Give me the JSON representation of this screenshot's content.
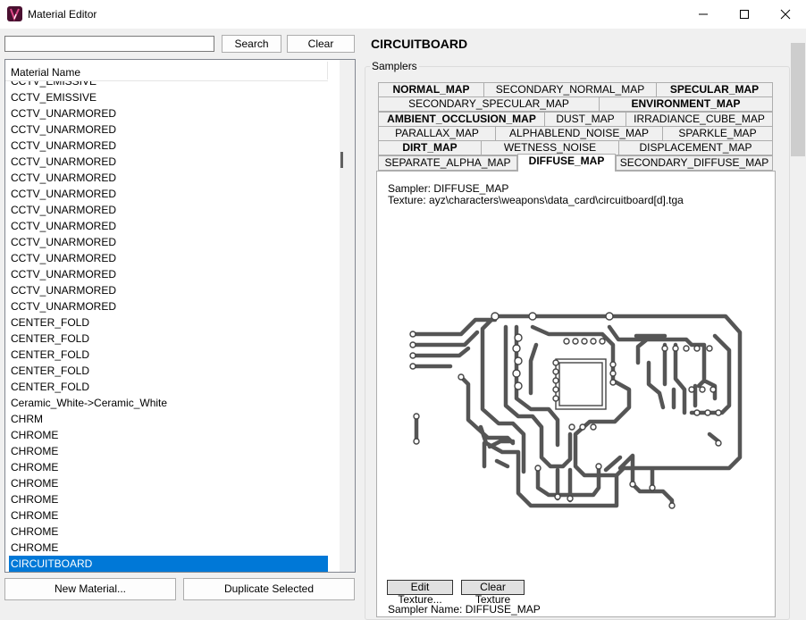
{
  "window": {
    "title": "Material Editor",
    "icon": "app-logo-icon",
    "controls": [
      "minimize-icon",
      "maximize-icon",
      "close-icon"
    ]
  },
  "left": {
    "search_value": "",
    "search_label": "Search",
    "clear_label": "Clear",
    "column_header": "Material Name",
    "rows": [
      "CCTV_EMISSIVE",
      "CCTV_EMISSIVE",
      "CCTV_UNARMORED",
      "CCTV_UNARMORED",
      "CCTV_UNARMORED",
      "CCTV_UNARMORED",
      "CCTV_UNARMORED",
      "CCTV_UNARMORED",
      "CCTV_UNARMORED",
      "CCTV_UNARMORED",
      "CCTV_UNARMORED",
      "CCTV_UNARMORED",
      "CCTV_UNARMORED",
      "CCTV_UNARMORED",
      "CCTV_UNARMORED",
      "CENTER_FOLD",
      "CENTER_FOLD",
      "CENTER_FOLD",
      "CENTER_FOLD",
      "CENTER_FOLD",
      "Ceramic_White->Ceramic_White",
      "CHRM",
      "CHROME",
      "CHROME",
      "CHROME",
      "CHROME",
      "CHROME",
      "CHROME",
      "CHROME",
      "CHROME",
      "CIRCUITBOARD"
    ],
    "selected_row": "CIRCUITBOARD",
    "new_material_label": "New Material...",
    "duplicate_label": "Duplicate Selected"
  },
  "right": {
    "material_title": "CIRCUITBOARD",
    "samplers_label": "Samplers",
    "tabs_row1": [
      "NORMAL_MAP",
      "SECONDARY_NORMAL_MAP",
      "SPECULAR_MAP"
    ],
    "tabs_row2": [
      "SECONDARY_SPECULAR_MAP",
      "ENVIRONMENT_MAP"
    ],
    "tabs_row3": [
      "AMBIENT_OCCLUSION_MAP",
      "DUST_MAP",
      "IRRADIANCE_CUBE_MAP"
    ],
    "tabs_row4": [
      "PARALLAX_MAP",
      "ALPHABLEND_NOISE_MAP",
      "SPARKLE_MAP"
    ],
    "tabs_row5": [
      "DIRT_MAP",
      "WETNESS_NOISE",
      "DISPLACEMENT_MAP"
    ],
    "tabs_row6": [
      "SEPARATE_ALPHA_MAP",
      "DIFFUSE_MAP",
      "SECONDARY_DIFFUSE_MAP"
    ],
    "active_tab": "DIFFUSE_MAP",
    "sampler_line": "Sampler: DIFFUSE_MAP",
    "texture_line": "Texture: ayz\\characters\\weapons\\data_card\\circuitboard[d].tga",
    "texture_preview": "circuitboard-texture-preview",
    "edit_texture_label": "Edit Texture...",
    "clear_texture_label": "Clear Texture",
    "sampler_name_line": "Sampler Name: DIFFUSE_MAP"
  },
  "colors": {
    "selection": "#0078d7",
    "app_icon": "#4a1030",
    "window_bg": "#f0f0f0"
  }
}
